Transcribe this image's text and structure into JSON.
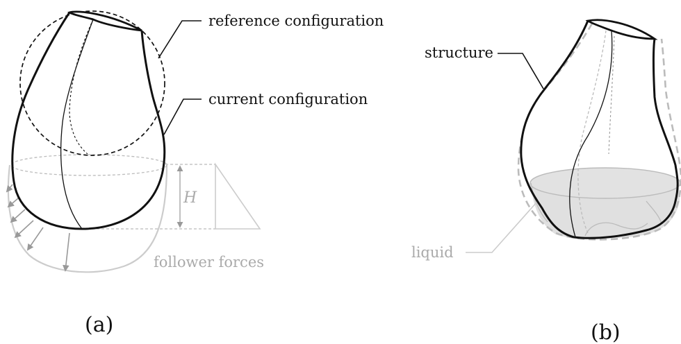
{
  "panel_a": {
    "labels": {
      "reference": "reference configuration",
      "current": "current configuration",
      "height": "H",
      "follower": "follower forces"
    },
    "caption": "(a)"
  },
  "panel_b": {
    "labels": {
      "structure": "structure",
      "liquid": "liquid"
    },
    "caption": "(b)"
  },
  "colors": {
    "ink": "#111111",
    "light_gray": "#cccccc",
    "mid_gray": "#999999",
    "liquid_fill": "#e0e0e0",
    "label_gray": "#aaaaaa"
  }
}
